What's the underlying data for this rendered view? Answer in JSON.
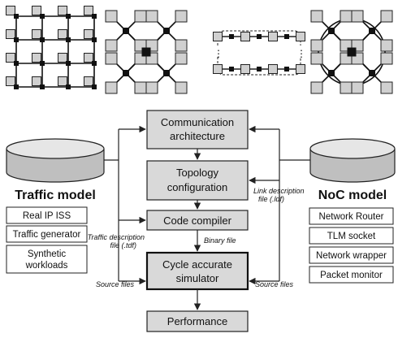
{
  "flow": {
    "communication": [
      "Communication",
      "architecture"
    ],
    "topology": [
      "Topology",
      "configuration"
    ],
    "compiler": "Code compiler",
    "simulator": [
      "Cycle accurate",
      "simulator"
    ],
    "performance": "Performance"
  },
  "traffic_model": {
    "title": "Traffic model",
    "items": [
      "Real IP ISS",
      "Traffic generator",
      [
        "Synthetic",
        "workloads"
      ]
    ]
  },
  "noc_model": {
    "title": "NoC model",
    "items": [
      "Network Router",
      "TLM socket",
      "Network wrapper",
      "Packet monitor"
    ]
  },
  "annotations": {
    "link_description": [
      "Link description",
      "file (.ldf)"
    ],
    "traffic_description": [
      "Traffic description",
      "file (.tdf)"
    ],
    "binary_file": "Binary file",
    "source_files_left": "Source files",
    "source_files_right": "Source files"
  },
  "colors": {
    "box_fill": "#d9d9d9",
    "cylinder_fill": "#bfbfbf",
    "cylinder_top": "#e6e6e6",
    "node_fill": "#d0d0d0",
    "router_fill": "#111111",
    "stroke": "#222222"
  }
}
